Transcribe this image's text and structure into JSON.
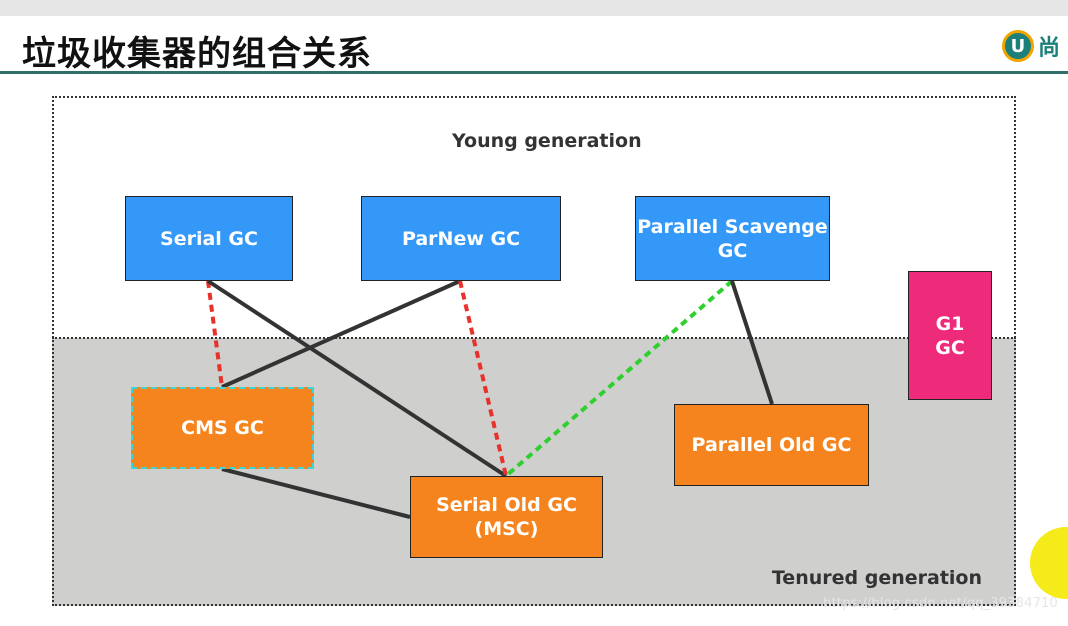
{
  "slide": {
    "title": "垃圾收集器的组合关系",
    "logo_text": "尚",
    "logo_glyph": "U"
  },
  "diagram": {
    "young_label": "Young generation",
    "tenured_label": "Tenured generation",
    "boxes": {
      "serial_gc": "Serial GC",
      "parnew_gc": "ParNew GC",
      "parallel_scavenge_gc": "Parallel Scavenge\nGC",
      "g1_gc": "G1\nGC",
      "cms_gc": "CMS GC",
      "serial_old_gc": "Serial Old GC\n(MSC)",
      "parallel_old_gc": "Parallel Old GC"
    },
    "connections": [
      {
        "from": "Serial GC",
        "to": "CMS GC",
        "style": "red-dashed"
      },
      {
        "from": "Serial GC",
        "to": "Serial Old GC (MSC)",
        "style": "solid"
      },
      {
        "from": "ParNew GC",
        "to": "CMS GC",
        "style": "solid"
      },
      {
        "from": "ParNew GC",
        "to": "Serial Old GC (MSC)",
        "style": "red-dashed"
      },
      {
        "from": "Parallel Scavenge GC",
        "to": "Serial Old GC (MSC)",
        "style": "green-dashed"
      },
      {
        "from": "Parallel Scavenge GC",
        "to": "Parallel Old GC",
        "style": "solid"
      },
      {
        "from": "CMS GC",
        "to": "Serial Old GC (MSC)",
        "style": "solid"
      }
    ],
    "colors": {
      "young_box": "#3398f8",
      "tenured_box": "#f5841f",
      "g1_box": "#ee2a7b",
      "tenured_area": "#cfd0cd"
    }
  },
  "watermark": "https://blog.csdn.net/qq_39384710"
}
